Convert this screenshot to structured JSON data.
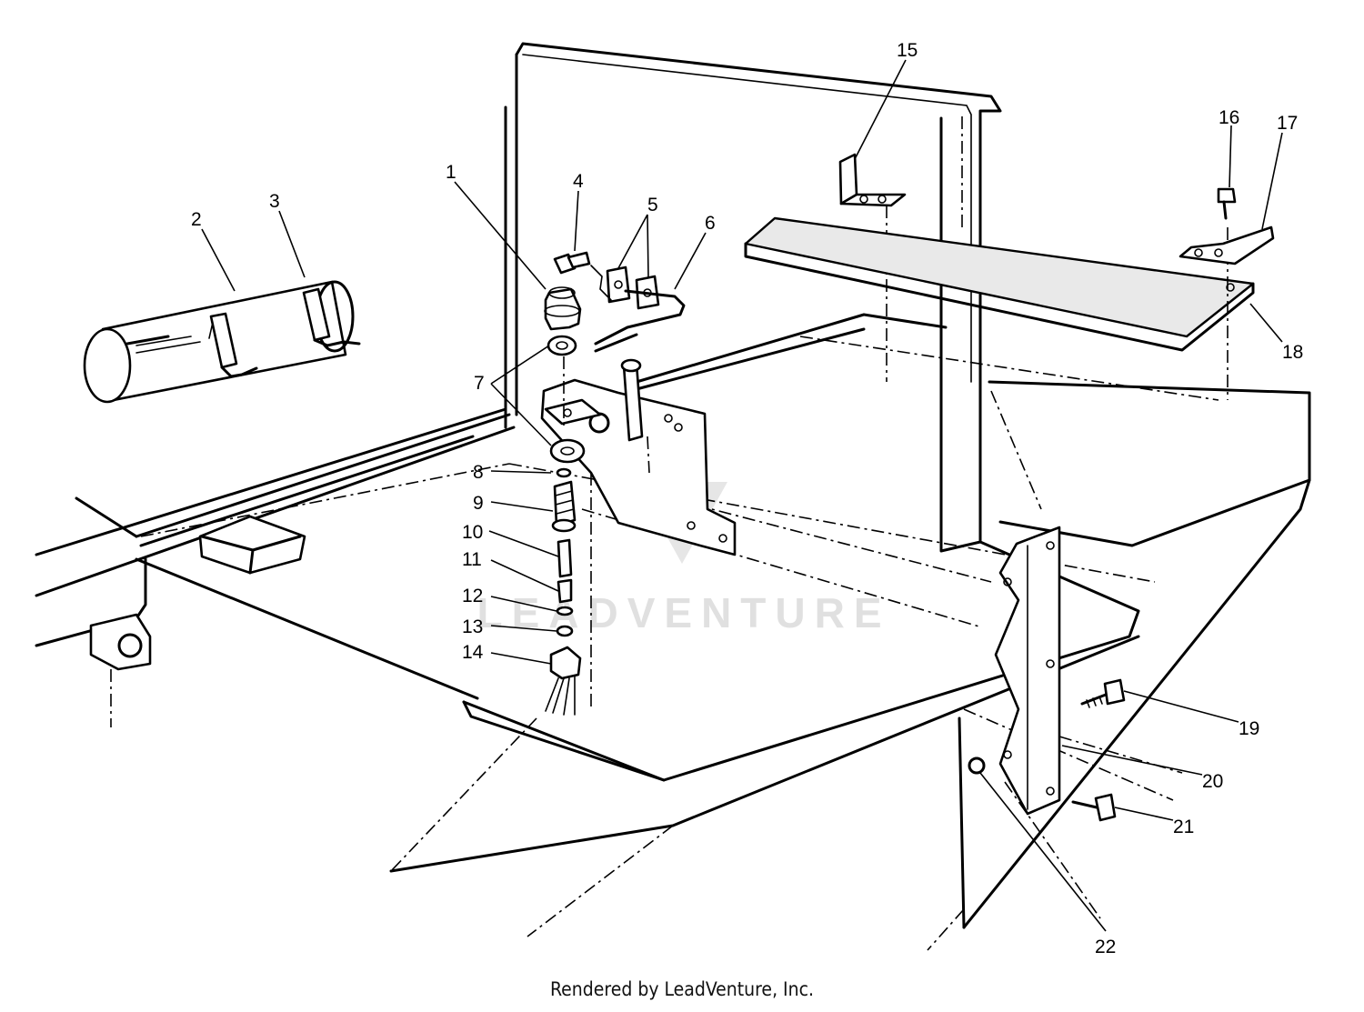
{
  "callouts": {
    "c1": "1",
    "c2": "2",
    "c3": "3",
    "c4": "4",
    "c5": "5",
    "c6": "6",
    "c7": "7",
    "c8": "8",
    "c9": "9",
    "c10": "10",
    "c11": "11",
    "c12": "12",
    "c13": "13",
    "c14": "14",
    "c15": "15",
    "c16": "16",
    "c17": "17",
    "c18": "18",
    "c19": "19",
    "c20": "20",
    "c21": "21",
    "c22": "22"
  },
  "watermark": "LEADVENTURE",
  "footer": "Rendered by LeadVenture, Inc."
}
